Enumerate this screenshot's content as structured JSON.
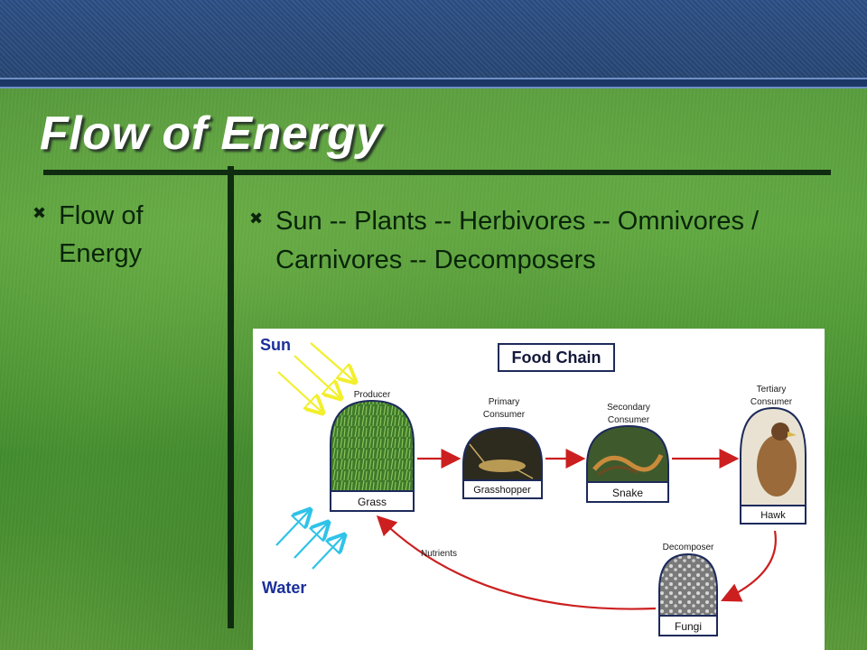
{
  "slide": {
    "title": "Flow of Energy",
    "left_bullet": "Flow of Energy",
    "right_bullet": "Sun -- Plants -- Herbivores -- Omnivores / Carnivores -- Decomposers"
  },
  "diagram": {
    "title": "Food Chain",
    "sun_label": "Sun",
    "water_label": "Water",
    "nutrients_label": "Nutrients",
    "nodes": [
      {
        "role": "Producer",
        "name": "Grass"
      },
      {
        "role_line1": "Primary",
        "role_line2": "Consumer",
        "name": "Grasshopper"
      },
      {
        "role_line1": "Secondary",
        "role_line2": "Consumer",
        "name": "Snake"
      },
      {
        "role_line1": "Tertiary",
        "role_line2": "Consumer",
        "name": "Hawk"
      },
      {
        "role": "Decomposer",
        "name": "Fungi"
      }
    ],
    "colors": {
      "sun_arrow": "#f2ef2c",
      "water_arrow": "#2fc3e8",
      "flow_arrow": "#cc1f1f",
      "label_blue": "#1b2f9a"
    }
  }
}
